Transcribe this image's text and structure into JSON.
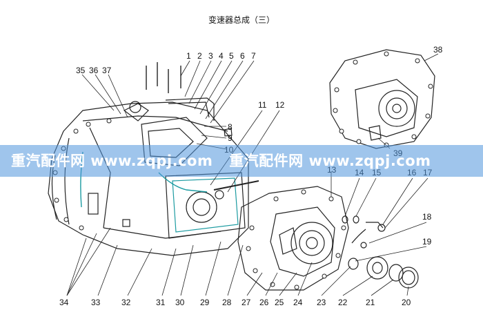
{
  "title": "变速器总成（三）",
  "watermark": {
    "segments": [
      "重汽配件网 www.zqpj.com",
      "重汽配件网 www.zqpj.com"
    ],
    "band_color": "#4f95dc"
  },
  "callouts": [
    "1",
    "2",
    "3",
    "4",
    "5",
    "6",
    "7",
    "8",
    "9",
    "10",
    "11",
    "12",
    "13",
    "14",
    "15",
    "16",
    "17",
    "18",
    "19",
    "20",
    "21",
    "22",
    "23",
    "24",
    "25",
    "26",
    "27",
    "28",
    "29",
    "30",
    "31",
    "32",
    "33",
    "34",
    "35",
    "36",
    "37",
    "38",
    "39"
  ]
}
